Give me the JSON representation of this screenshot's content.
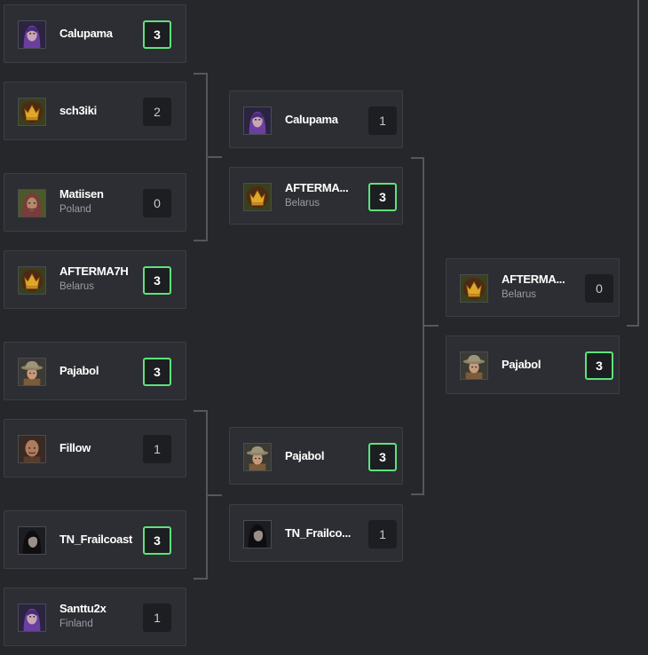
{
  "colors": {
    "background": "#26272b",
    "card": "#2c2e33",
    "winner_border": "#5de37a",
    "score_box": "#1d1e21"
  },
  "round1": [
    {
      "name": "Calupama",
      "country": "",
      "score": "3",
      "winner": true,
      "avatar": "purple-haired-woman-avatar"
    },
    {
      "name": "sch3iki",
      "country": "",
      "score": "2",
      "winner": false,
      "avatar": "gold-crown-emblem"
    },
    {
      "name": "Matiisen",
      "country": "Poland",
      "score": "0",
      "winner": false,
      "avatar": "hooded-man-avatar"
    },
    {
      "name": "AFTERMA7H",
      "country": "Belarus",
      "score": "3",
      "winner": true,
      "avatar": "gold-crown-emblem"
    },
    {
      "name": "Pajabol",
      "country": "",
      "score": "3",
      "winner": true,
      "avatar": "hat-wearing-man-avatar"
    },
    {
      "name": "Fillow",
      "country": "",
      "score": "1",
      "winner": false,
      "avatar": "bald-man-avatar"
    },
    {
      "name": "TN_Frailcoast",
      "country": "",
      "score": "3",
      "winner": true,
      "avatar": "dark-haired-woman-avatar"
    },
    {
      "name": "Santtu2x",
      "country": "Finland",
      "score": "1",
      "winner": false,
      "avatar": "purple-haired-woman-avatar"
    }
  ],
  "round2": [
    {
      "name": "Calupama",
      "country": "",
      "score": "1",
      "winner": false,
      "avatar": "purple-haired-woman-avatar"
    },
    {
      "name": "AFTERMA...",
      "country": "Belarus",
      "score": "3",
      "winner": true,
      "avatar": "gold-crown-emblem"
    },
    {
      "name": "Pajabol",
      "country": "",
      "score": "3",
      "winner": true,
      "avatar": "hat-wearing-man-avatar"
    },
    {
      "name": "TN_Frailco...",
      "country": "",
      "score": "1",
      "winner": false,
      "avatar": "dark-haired-woman-avatar"
    }
  ],
  "round3": [
    {
      "name": "AFTERMA...",
      "country": "Belarus",
      "score": "0",
      "winner": false,
      "avatar": "gold-crown-emblem"
    },
    {
      "name": "Pajabol",
      "country": "",
      "score": "3",
      "winner": true,
      "avatar": "hat-wearing-man-avatar"
    }
  ]
}
